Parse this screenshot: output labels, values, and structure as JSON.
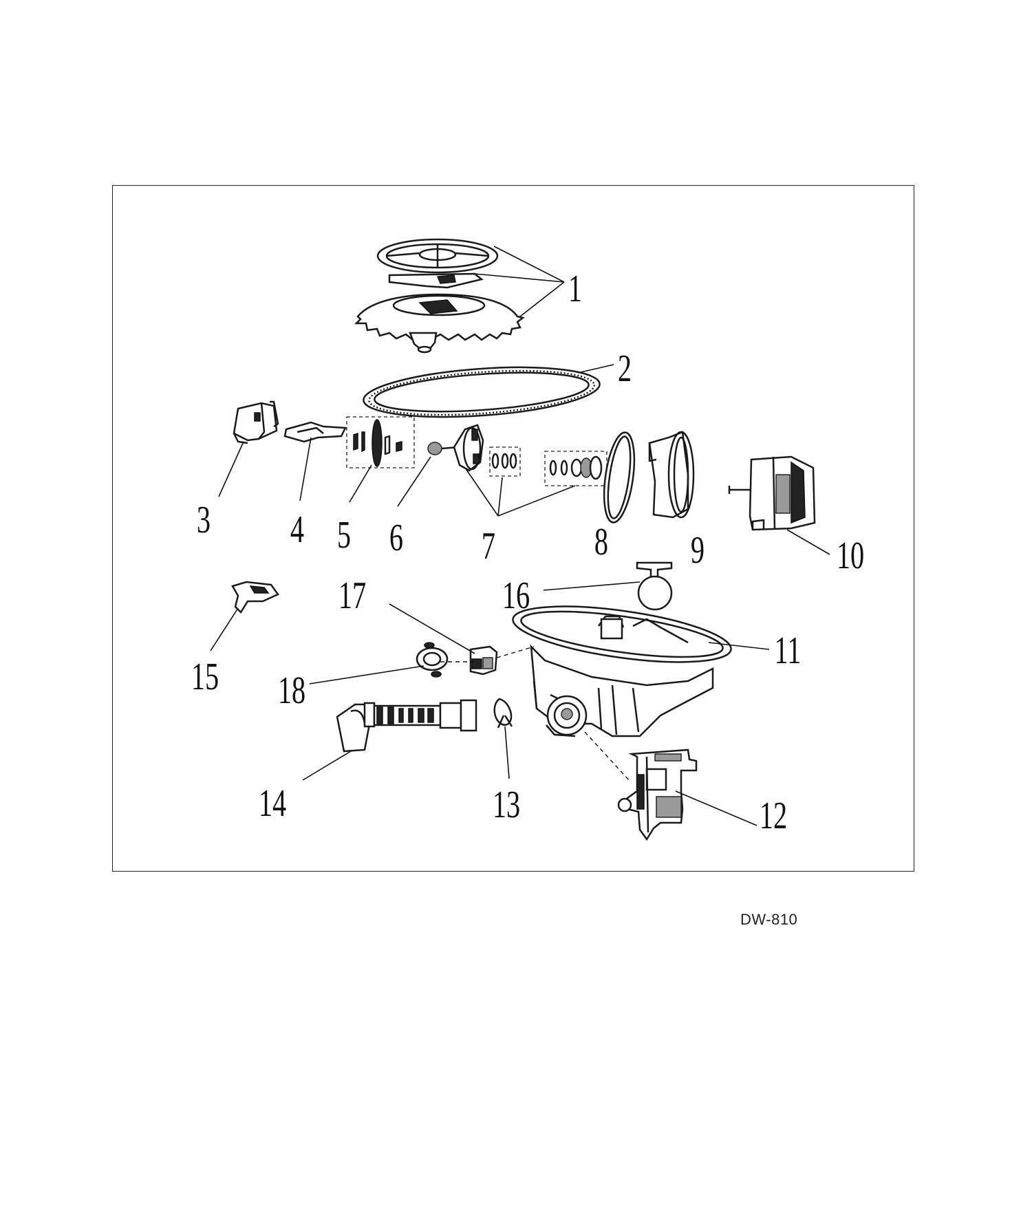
{
  "diagram": {
    "callouts": [
      {
        "id": "callout-1",
        "label": "1"
      },
      {
        "id": "callout-2",
        "label": "2"
      },
      {
        "id": "callout-3",
        "label": "3"
      },
      {
        "id": "callout-4",
        "label": "4"
      },
      {
        "id": "callout-5",
        "label": "5"
      },
      {
        "id": "callout-6",
        "label": "6"
      },
      {
        "id": "callout-7",
        "label": "7"
      },
      {
        "id": "callout-8",
        "label": "8"
      },
      {
        "id": "callout-9",
        "label": "9"
      },
      {
        "id": "callout-10",
        "label": "10"
      },
      {
        "id": "callout-11",
        "label": "11"
      },
      {
        "id": "callout-12",
        "label": "12"
      },
      {
        "id": "callout-13",
        "label": "13"
      },
      {
        "id": "callout-14",
        "label": "14"
      },
      {
        "id": "callout-15",
        "label": "15"
      },
      {
        "id": "callout-16",
        "label": "16"
      },
      {
        "id": "callout-17",
        "label": "17"
      },
      {
        "id": "callout-18",
        "label": "18"
      }
    ],
    "model_code": "DW-810"
  }
}
